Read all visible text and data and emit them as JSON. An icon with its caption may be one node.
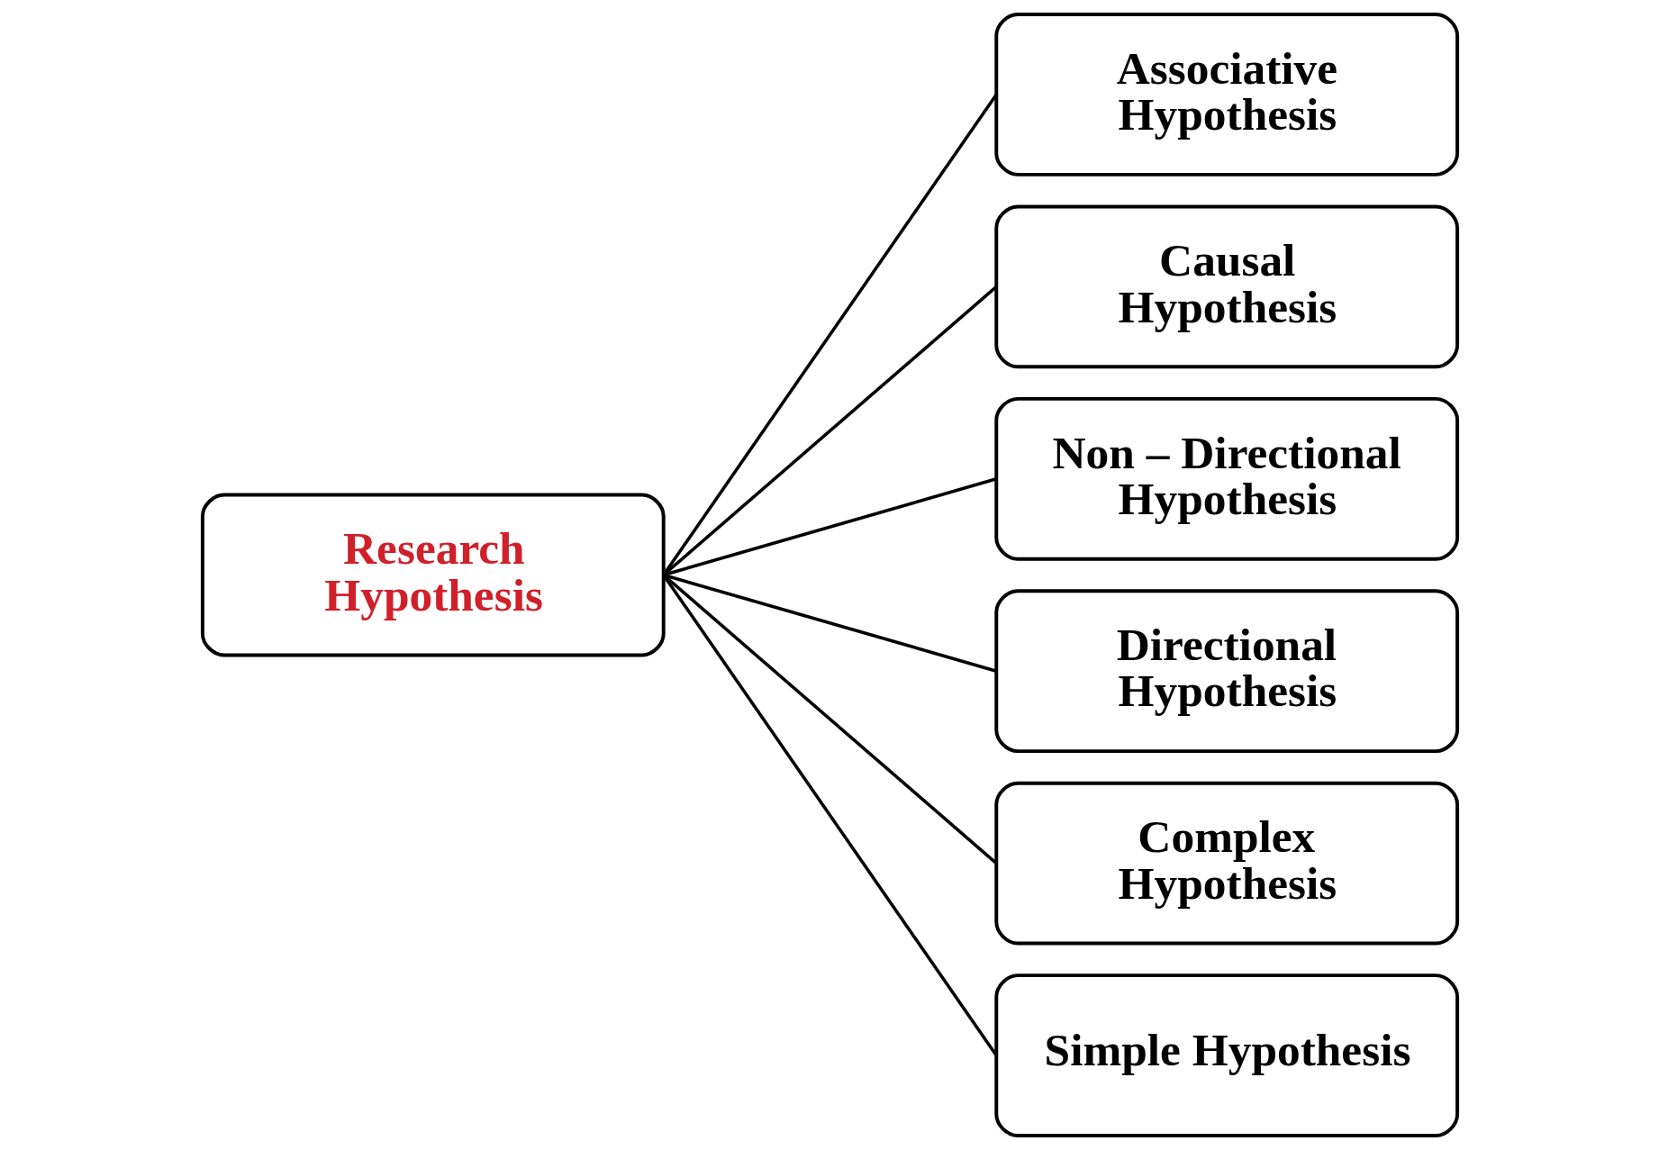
{
  "diagram": {
    "nodes": [
      {
        "text": [
          "Research Hypothesis"
        ]
      },
      {
        "text": [
          "Associative Hypothesis"
        ]
      },
      {
        "text": [
          "Causal Hypothesis"
        ]
      },
      {
        "text": [
          "Non – Directional Hypothesis"
        ]
      },
      {
        "text": [
          "Directional Hypothesis"
        ]
      },
      {
        "text": [
          "Complex Hypothesis"
        ]
      },
      {
        "text": [
          "Simple Hypothesis"
        ]
      }
    ],
    "edges": [
      {
        "from": 0,
        "to": 1,
        "arrow": "none"
      },
      {
        "from": 0,
        "to": 2,
        "arrow": "none"
      },
      {
        "from": 0,
        "to": 3,
        "arrow": "none"
      },
      {
        "from": 0,
        "to": 4,
        "arrow": "none"
      },
      {
        "from": 0,
        "to": 5,
        "arrow": "none"
      },
      {
        "from": 0,
        "to": 6,
        "arrow": "none"
      }
    ]
  }
}
